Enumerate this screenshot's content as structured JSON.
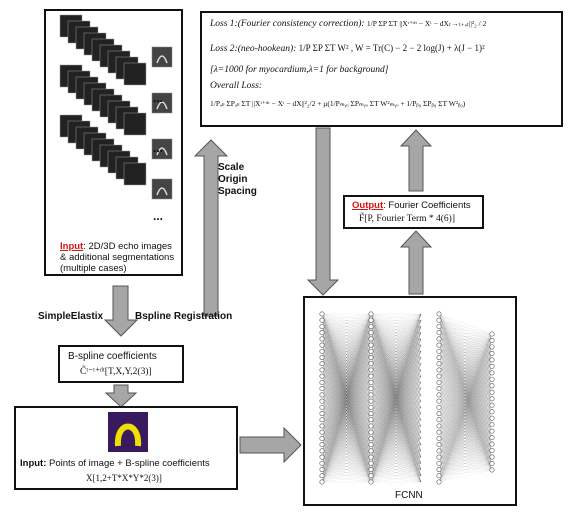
{
  "input_box": {
    "input_word": "Input",
    "desc_line1": ": 2D/3D echo images",
    "desc_line2": "& additional segmentations",
    "desc_line3": "(multiple cases)",
    "ellipsis": "..."
  },
  "labels": {
    "simpleelastix": "SimpleElastix",
    "bspline_registration": "Bspline Registration",
    "scale": "Scale",
    "origin": "Origin",
    "spacing": "Spacing"
  },
  "bspline_box": {
    "title": "B-spline coefficients",
    "formula": "C̃ᵗ⁻ᵗ⁺ᵈᵗ[T,X,Y,2(3)]"
  },
  "bottom_input": {
    "bold": "Input:",
    "text": " Points of image + B-spline coefficients",
    "formula": "X[1,2+T*X*Y*2(3)]"
  },
  "loss_box": {
    "loss1_label": "Loss 1:(Fourier consistency correction):",
    "loss1_formula": "1/P ΣP ΣT ||Xᵗ⁺ᵈᵗ − Xᵗ − dXₜ→ₜ₊ₔₜ||²₂ / 2",
    "loss2_label": "Loss 2:(neo-hookean):",
    "loss2_formula": "1/P ΣP ΣT W² , W = Tr(C) − 2 − 2 log(J) + λ(J − 1)²",
    "lambda_note": "[λ=1000 for myocardium,λ=1 for background]",
    "overall_label": "Overall Loss:",
    "overall_formula": "1/Pₐₗₗ ΣPₐₗₗ ΣT ||Xᵗ⁺ᵈᵗ − Xᵗ − dX||²₂/2 + μ(1/Pₘᵧₒ ΣPₘᵧₒ ΣT W²ₘᵧₒ + 1/Pᵦ₉ ΣPᵦ₉ ΣT W²ᵦ₉)"
  },
  "output_box": {
    "output_word": "Output",
    "text": ": Fourier Coefficients",
    "formula": "F̃[P, Fourier Term * 4(6)]"
  },
  "fcnn_box": {
    "label": "FCNN"
  },
  "colors": {
    "arrow_fill": "#a6a6a6",
    "arrow_stroke": "#555555",
    "accent_red": "#dd1111",
    "segmentation_bg": "#3a1a5e",
    "segmentation_shape": "#f0e000"
  }
}
